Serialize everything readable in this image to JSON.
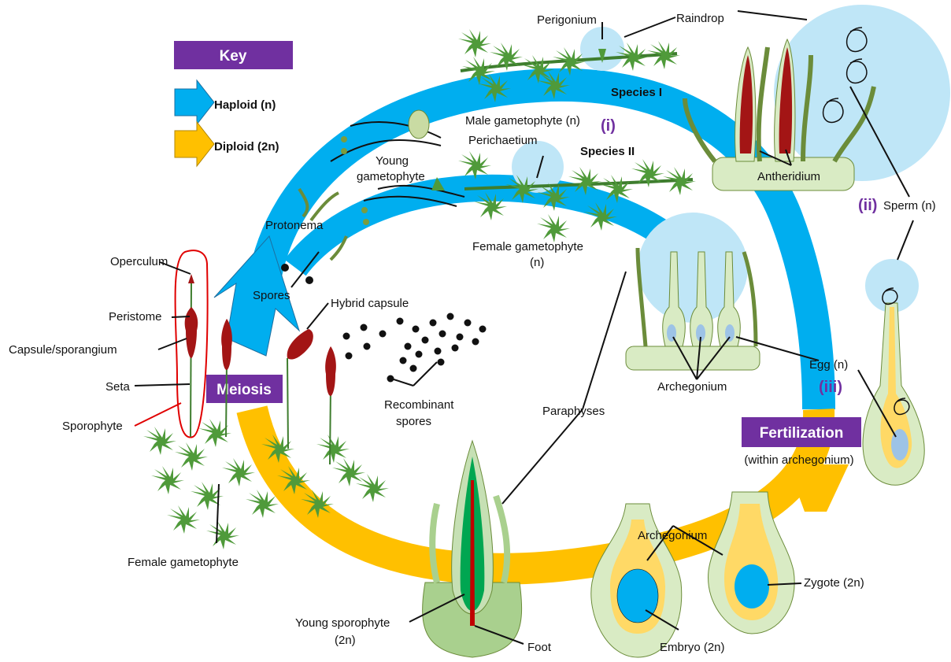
{
  "key": {
    "title": "Key",
    "haploid_label": "Haploid (n)",
    "diploid_label": "Diploid (2n)"
  },
  "stage_boxes": {
    "meiosis": "Meiosis",
    "fertilization": "Fertilization",
    "fertilization_note": "(within archegonium)"
  },
  "labels": {
    "perigonium": "Perigonium",
    "raindrop": "Raindrop",
    "species_1": "Species I",
    "species_2": "Species II",
    "male_gametophyte": "Male gametophyte (n)",
    "marker_i": "(i)",
    "perichaetium": "Perichaetium",
    "young_gametophyte_1": "Young",
    "young_gametophyte_2": "gametophyte",
    "antheridium": "Antheridium",
    "marker_ii": "(ii)",
    "sperm": "Sperm (n)",
    "protonema": "Protonema",
    "spores": "Spores",
    "female_gametophyte_n_1": "Female gametophyte",
    "female_gametophyte_n_2": "(n)",
    "operculum": "Operculum",
    "peristome": "Peristome",
    "capsule": "Capsule/sporangium",
    "seta": "Seta",
    "sporophyte": "Sporophyte",
    "hybrid_capsule": "Hybrid capsule",
    "recombinant_spores_1": "Recombinant",
    "recombinant_spores_2": "spores",
    "paraphyses": "Paraphyses",
    "archegonium_top": "Archegonium",
    "egg": "Egg (n)",
    "marker_iii": "(iii)",
    "female_gametophyte": "Female gametophyte",
    "young_sporophyte_1": "Young sporophyte",
    "young_sporophyte_2": "(2n)",
    "foot": "Foot",
    "archegonium_bottom": "Archegonium",
    "zygote": "Zygote (2n)",
    "embryo": "Embryo (2n)"
  },
  "colors": {
    "haploid": "#00aeef",
    "diploid": "#ffc000",
    "key_box": "#7030a0",
    "stage_box": "#7030a0",
    "moss": "#4f9a3a",
    "capsule": "#a31515",
    "tissue": "#d9ebc4",
    "raindrop": "#bfe6f7"
  }
}
